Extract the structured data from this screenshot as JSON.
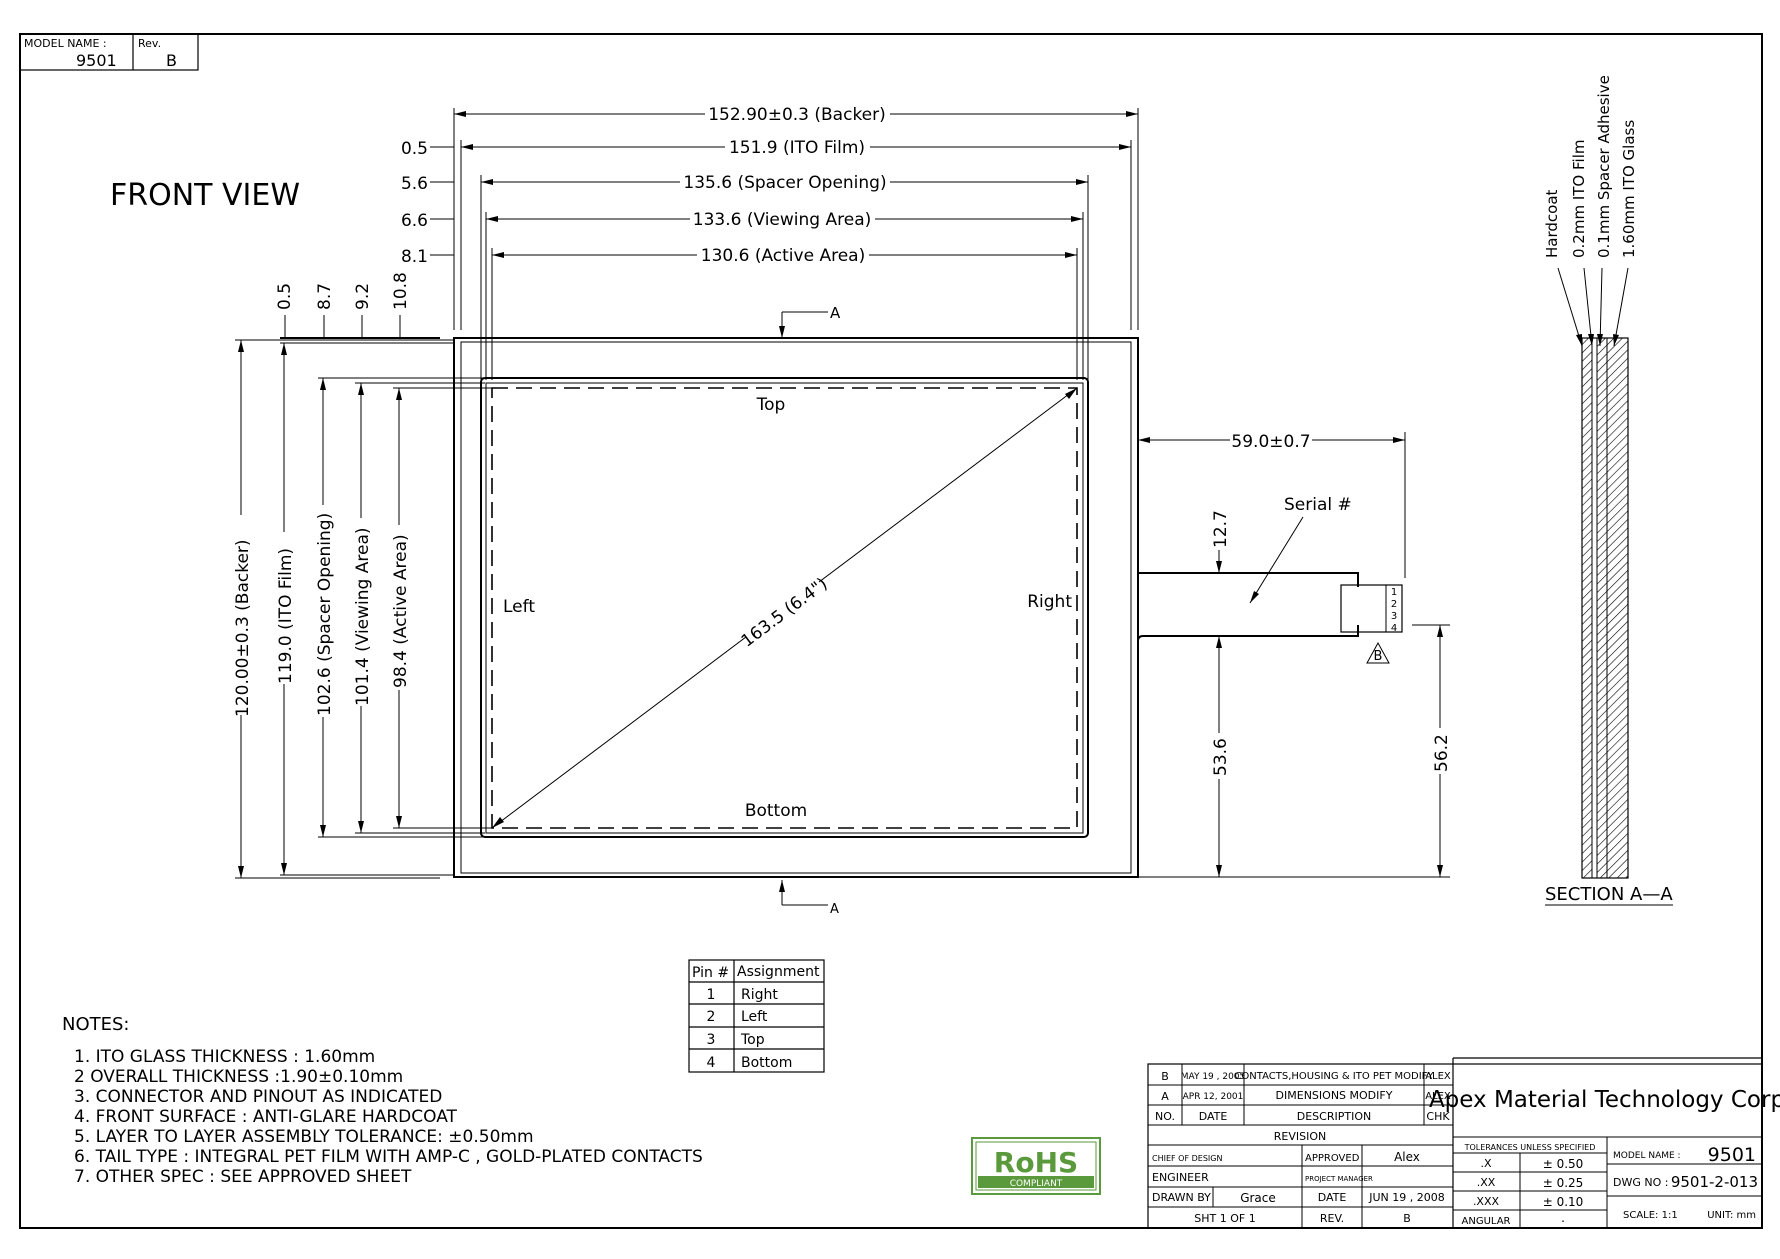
{
  "header": {
    "model_name_label": "MODEL NAME :",
    "model_name": "9501",
    "rev_label": "Rev.",
    "rev": "B"
  },
  "view_title": "FRONT VIEW",
  "horizontal_dims": {
    "offsets": [
      "0.5",
      "5.6",
      "6.6",
      "8.1"
    ],
    "backer": "152.90±0.3 (Backer)",
    "ito_film": "151.9 (ITO Film)",
    "spacer_opening": "135.6 (Spacer Opening)",
    "viewing_area": "133.6 (Viewing Area)",
    "active_area": "130.6 (Active Area)"
  },
  "vertical_offsets": [
    "0.5",
    "8.7",
    "9.2",
    "10.8"
  ],
  "vertical_dims": {
    "backer": "120.00±0.3 (Backer)",
    "ito_film": "119.0 (ITO Film)",
    "spacer_opening": "102.6 (Spacer Opening)",
    "viewing_area": "101.4 (Viewing Area)",
    "active_area": "98.4 (Active Area)"
  },
  "section_marker": "A",
  "panel_labels": {
    "top": "Top",
    "bottom": "Bottom",
    "left": "Left",
    "right": "Right",
    "diagonal": "163.5 (6.4\")"
  },
  "tail": {
    "width_dim": "59.0±0.7",
    "serial": "Serial #",
    "tail_width": "12.7",
    "dim_53": "53.6",
    "dim_56": "56.2",
    "pins": [
      "1",
      "2",
      "3",
      "4"
    ],
    "rev_mark": "B"
  },
  "section": {
    "title": "SECTION A—A",
    "layers": [
      "Hardcoat",
      "0.2mm ITO Film",
      "0.1mm Spacer Adhesive",
      "1.60mm ITO Glass"
    ]
  },
  "pin_table": {
    "headers": [
      "Pin #",
      "Assignment"
    ],
    "rows": [
      [
        "1",
        "Right"
      ],
      [
        "2",
        "Left"
      ],
      [
        "3",
        "Top"
      ],
      [
        "4",
        "Bottom"
      ]
    ]
  },
  "notes": {
    "title": "NOTES:",
    "items": [
      "1. ITO GLASS THICKNESS : 1.60mm",
      "2 OVERALL THICKNESS :1.90±0.10mm",
      "3. CONNECTOR AND PINOUT AS INDICATED",
      "4. FRONT SURFACE : ANTI-GLARE HARDCOAT",
      "5. LAYER TO LAYER ASSEMBLY TOLERANCE: ±0.50mm",
      "6. TAIL TYPE : INTEGRAL PET FILM WITH AMP-C , GOLD-PLATED CONTACTS",
      "7. OTHER SPEC : SEE APPROVED SHEET"
    ]
  },
  "rohs": {
    "main": "RoHS",
    "sub": "COMPLIANT",
    "color": "#5b9a3c"
  },
  "title_block": {
    "revisions": [
      {
        "rev": "B",
        "date": "MAY 19 , 2005",
        "desc": "CONTACTS,HOUSING & ITO PET MODIFY",
        "chk": "ALEX"
      },
      {
        "rev": "A",
        "date": "APR 12, 2001",
        "desc": "DIMENSIONS MODIFY",
        "chk": "ALEX"
      }
    ],
    "rev_headers": {
      "no": "NO.",
      "date": "DATE",
      "desc": "DESCRIPTION",
      "chk": "CHK"
    },
    "revision_label": "REVISION",
    "chief_label": "CHIEF OF DESIGN",
    "approved_label": "APPROVED",
    "approved_by": "Alex",
    "engineer_label": "ENGINEER",
    "pm_label": "PROJECT MANAGER",
    "drawn_label": "DRAWN BY",
    "drawn_by": "Grace",
    "date_label": "DATE",
    "date": "JUN 19 , 2008",
    "sht": "SHT 1 OF 1",
    "rev_label": "REV.",
    "rev": "B",
    "company": "Apex Material Technology Corp",
    "tol_title": "TOLERANCES UNLESS SPECIFIED",
    "tolerances": [
      [
        ".X",
        "± 0.50"
      ],
      [
        ".XX",
        "± 0.25"
      ],
      [
        ".XXX",
        "± 0.10"
      ],
      [
        "ANGULAR",
        "."
      ]
    ],
    "model_label": "MODEL NAME :",
    "model": "9501",
    "dwg_label": "DWG NO :",
    "dwg": "9501-2-013",
    "scale_label": "SCALE: 1:1",
    "unit_label": "UNIT: mm"
  }
}
